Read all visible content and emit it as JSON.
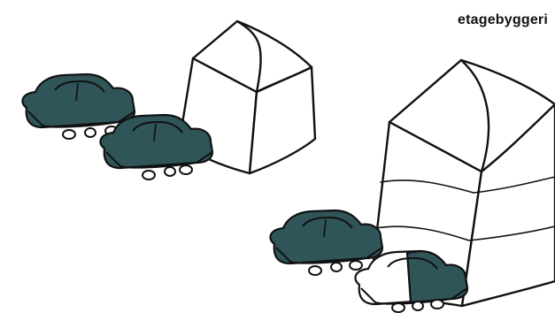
{
  "title": "etagebyggeri",
  "colors": {
    "car_fill": "#2f5559",
    "car_fill_dark": "#1f3c40",
    "outline": "#111111",
    "background": "#ffffff",
    "ghost_car_fill": "#ffffff"
  },
  "scene": {
    "houses": [
      {
        "name": "single-storey-house",
        "floors": 1
      },
      {
        "name": "multi-storey-house",
        "floors": 3
      }
    ],
    "cars": [
      {
        "name": "car-1",
        "style": "filled"
      },
      {
        "name": "car-2",
        "style": "filled"
      },
      {
        "name": "car-3",
        "style": "filled"
      },
      {
        "name": "car-4",
        "style": "half-outline"
      }
    ]
  }
}
